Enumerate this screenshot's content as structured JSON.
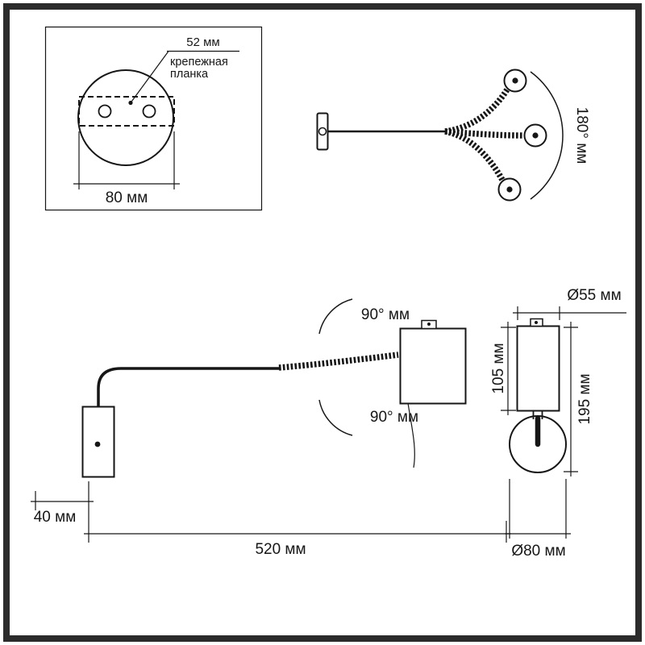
{
  "colors": {
    "ink": "#161616",
    "frame": "#2b2b2b",
    "background": "#ffffff"
  },
  "mount_plate": {
    "hole_spacing": "52 мм",
    "note_line1": "крепежная",
    "note_line2": "планка",
    "plate_width": "80 мм"
  },
  "rotation_view": {
    "swivel_range": "180° мм"
  },
  "side_view": {
    "tilt_up": "90° мм",
    "tilt_down": "90° мм",
    "head_depth": "40 мм",
    "arm_length": "520 мм"
  },
  "front_view": {
    "body_diameter": "Ø55 мм",
    "body_height": "105 мм",
    "overall_height": "195 мм",
    "shade_diameter": "Ø80 мм"
  }
}
